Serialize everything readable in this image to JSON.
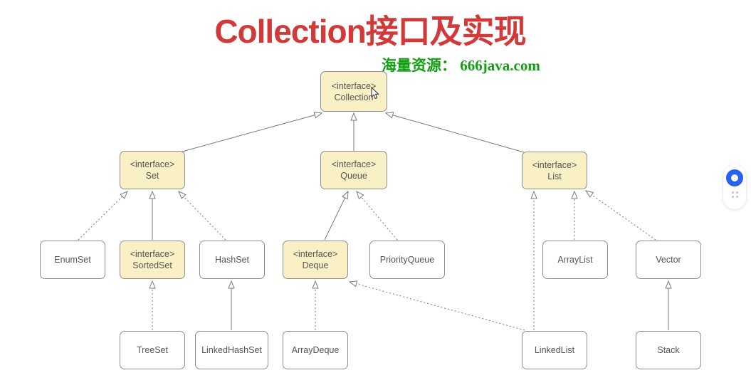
{
  "page": {
    "title": "Collection接口及实现",
    "watermark": "海量资源： 666java.com"
  },
  "diagram": {
    "nodes": {
      "collection": {
        "stereotype": "<interface>",
        "name": "Collection"
      },
      "set": {
        "stereotype": "<interface>",
        "name": "Set"
      },
      "queue": {
        "stereotype": "<interface>",
        "name": "Queue"
      },
      "list": {
        "stereotype": "<interface>",
        "name": "List"
      },
      "enumset": {
        "name": "EnumSet"
      },
      "sortedset": {
        "stereotype": "<interface>",
        "name": "SortedSet"
      },
      "hashset": {
        "name": "HashSet"
      },
      "deque": {
        "stereotype": "<interface>",
        "name": "Deque"
      },
      "priorityqueue": {
        "name": "PriorityQueue"
      },
      "arraylist": {
        "name": "ArrayList"
      },
      "vector": {
        "name": "Vector"
      },
      "treeset": {
        "name": "TreeSet"
      },
      "linkedhashset": {
        "name": "LinkedHashSet"
      },
      "arraydeque": {
        "name": "ArrayDeque"
      },
      "linkedlist": {
        "name": "LinkedList"
      },
      "stack": {
        "name": "Stack"
      }
    },
    "edges": [
      {
        "from": "Set",
        "to": "Collection",
        "style": "solid",
        "arrow": "hollow-triangle"
      },
      {
        "from": "Queue",
        "to": "Collection",
        "style": "solid",
        "arrow": "hollow-triangle"
      },
      {
        "from": "List",
        "to": "Collection",
        "style": "solid",
        "arrow": "hollow-triangle"
      },
      {
        "from": "EnumSet",
        "to": "Set",
        "style": "dotted",
        "arrow": "hollow-triangle"
      },
      {
        "from": "SortedSet",
        "to": "Set",
        "style": "solid",
        "arrow": "hollow-triangle"
      },
      {
        "from": "HashSet",
        "to": "Set",
        "style": "dotted",
        "arrow": "hollow-triangle"
      },
      {
        "from": "Deque",
        "to": "Queue",
        "style": "solid",
        "arrow": "hollow-triangle"
      },
      {
        "from": "PriorityQueue",
        "to": "Queue",
        "style": "dotted",
        "arrow": "hollow-triangle"
      },
      {
        "from": "ArrayList",
        "to": "List",
        "style": "dotted",
        "arrow": "hollow-triangle"
      },
      {
        "from": "Vector",
        "to": "List",
        "style": "dotted",
        "arrow": "hollow-triangle"
      },
      {
        "from": "LinkedList",
        "to": "List",
        "style": "dotted",
        "arrow": "hollow-triangle"
      },
      {
        "from": "TreeSet",
        "to": "SortedSet",
        "style": "dotted",
        "arrow": "hollow-triangle"
      },
      {
        "from": "LinkedHashSet",
        "to": "HashSet",
        "style": "solid",
        "arrow": "hollow-triangle"
      },
      {
        "from": "ArrayDeque",
        "to": "Deque",
        "style": "dotted",
        "arrow": "hollow-triangle"
      },
      {
        "from": "LinkedList",
        "to": "Deque",
        "style": "dotted",
        "arrow": "hollow-triangle"
      },
      {
        "from": "Stack",
        "to": "Vector",
        "style": "solid",
        "arrow": "hollow-triangle"
      }
    ],
    "colors": {
      "interface_fill": "#faf0c6",
      "class_fill": "#ffffff",
      "box_border": "#8d8d8d",
      "edge_line": "#7a7a7a",
      "title": "#d23a3a",
      "watermark": "#12a012"
    }
  },
  "widget": {
    "logo_icon": "blue-ring-logo-icon",
    "handle_icon": "drag-dots-icon"
  }
}
